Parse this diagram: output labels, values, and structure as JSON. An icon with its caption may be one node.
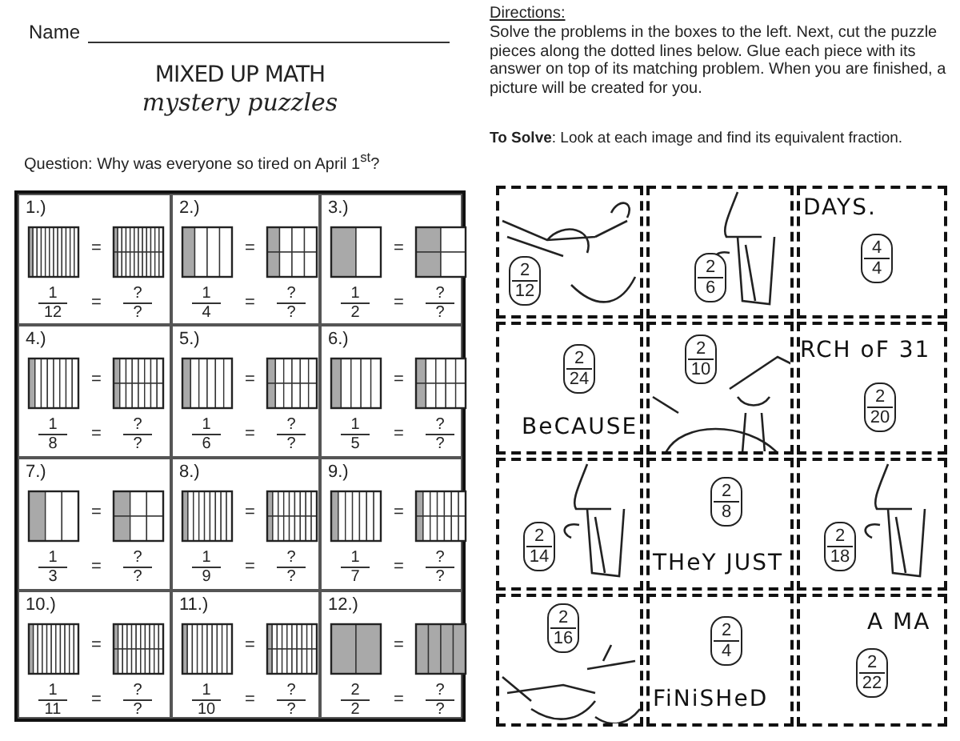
{
  "diagram": {
    "title": "MIXED UP MATH",
    "nodes": [
      {
        "text": [
          "1.)",
          "=",
          "1",
          "12",
          "=",
          "?",
          "?"
        ]
      },
      {
        "text": [
          "2.)",
          "=",
          "1",
          "4",
          "=",
          "?",
          "?"
        ]
      },
      {
        "text": [
          "3.)",
          "=",
          "1",
          "2",
          "=",
          "?",
          "?"
        ]
      },
      {
        "text": [
          "4.)",
          "=",
          "1",
          "8",
          "=",
          "?",
          "?"
        ]
      },
      {
        "text": [
          "5.)",
          "=",
          "1",
          "6",
          "=",
          "?",
          "?"
        ]
      },
      {
        "text": [
          "6.)",
          "=",
          "1",
          "5",
          "=",
          "?",
          "?"
        ]
      },
      {
        "text": [
          "7.)",
          "=",
          "1",
          "3",
          "=",
          "?",
          "?"
        ]
      },
      {
        "text": [
          "8.)",
          "=",
          "1",
          "9",
          "=",
          "?",
          "?"
        ]
      },
      {
        "text": [
          "9.)",
          "=",
          "1",
          "7",
          "=",
          "?",
          "?"
        ]
      },
      {
        "text": [
          "10.)",
          "=",
          "1",
          "11",
          "=",
          "?",
          "?"
        ]
      },
      {
        "text": [
          "11.)",
          "=",
          "1",
          "10",
          "=",
          "?",
          "?"
        ]
      },
      {
        "text": [
          "12.)",
          "=",
          "2",
          "2",
          "=",
          "?",
          "?"
        ]
      },
      {
        "text": [
          "2",
          "12"
        ]
      },
      {
        "text": [
          "2",
          "6"
        ]
      },
      {
        "text": [
          "DAYS.",
          "4",
          "4"
        ]
      },
      {
        "text": [
          "2",
          "24",
          "BeCAUSE"
        ]
      },
      {
        "text": [
          "2",
          "10"
        ]
      },
      {
        "text": [
          "RCH oF 31",
          "2",
          "20"
        ]
      },
      {
        "text": [
          "2",
          "14"
        ]
      },
      {
        "text": [
          "2",
          "8",
          "THeY JUST"
        ]
      },
      {
        "text": [
          "2",
          "18"
        ]
      },
      {
        "text": [
          "2",
          "16"
        ]
      },
      {
        "text": [
          "2",
          "4",
          "FiNiSHeD"
        ]
      },
      {
        "text": [
          "A MA",
          "2",
          "22"
        ]
      }
    ],
    "labels": [
      "Name",
      "mystery puzzles",
      "Question: Why was everyone so tired on April 1$^{st}$?",
      "Directions:",
      "Solve the problems in the boxes to the left. Next, cut the puzzle pieces along the dotted lines below. Glue each piece with its answer on top of its matching problem. When you are finished, a picture will be created for you.",
      "**To Solve**:  Look at each image and find its equivalent fraction."
    ]
  }
}
